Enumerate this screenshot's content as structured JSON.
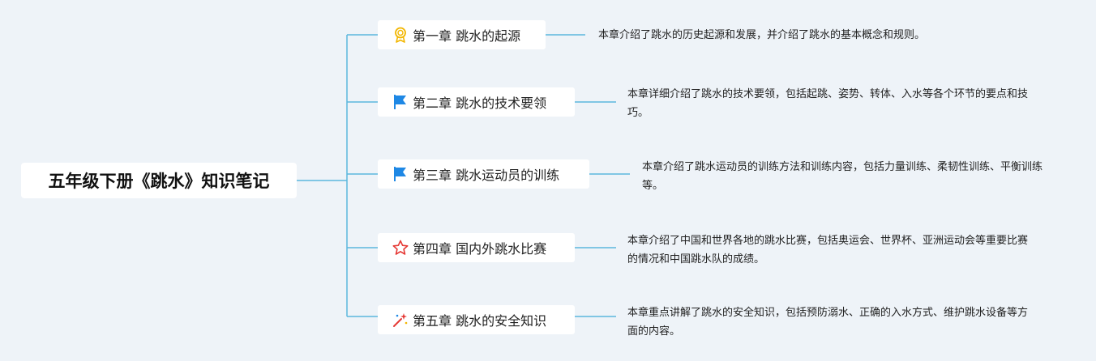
{
  "root": {
    "title": "五年级下册《跳水》知识笔记"
  },
  "chapters": [
    {
      "title": "第一章 跳水的起源",
      "icon": "award-ribbon-icon",
      "icon_color": "#f2b600",
      "description": "本章介绍了跳水的历史起源和发展，并介绍了跳水的基本概念和规则。"
    },
    {
      "title": "第二章 跳水的技术要领",
      "icon": "flag-icon",
      "icon_color": "#1e88e5",
      "description": "本章详细介绍了跳水的技术要领，包括起跳、姿势、转体、入水等各个环节的要点和技巧。"
    },
    {
      "title": "第三章 跳水运动员的训练",
      "icon": "flag-icon",
      "icon_color": "#1e88e5",
      "description": "本章介绍了跳水运动员的训练方法和训练内容，包括力量训练、柔韧性训练、平衡训练等。"
    },
    {
      "title": "第四章 国内外跳水比赛",
      "icon": "star-outline-icon",
      "icon_color": "#e53935",
      "description": "本章介绍了中国和世界各地的跳水比赛，包括奥运会、世界杯、亚洲运动会等重要比赛的情况和中国跳水队的成绩。"
    },
    {
      "title": "第五章 跳水的安全知识",
      "icon": "sparkle-wand-icon",
      "icon_color": "#e53935",
      "description": "本章重点讲解了跳水的安全知识，包括预防溺水、正确的入水方式、维护跳水设备等方面的内容。"
    }
  ],
  "colors": {
    "connector": "#5bb7de",
    "background": "#eef3f8"
  }
}
